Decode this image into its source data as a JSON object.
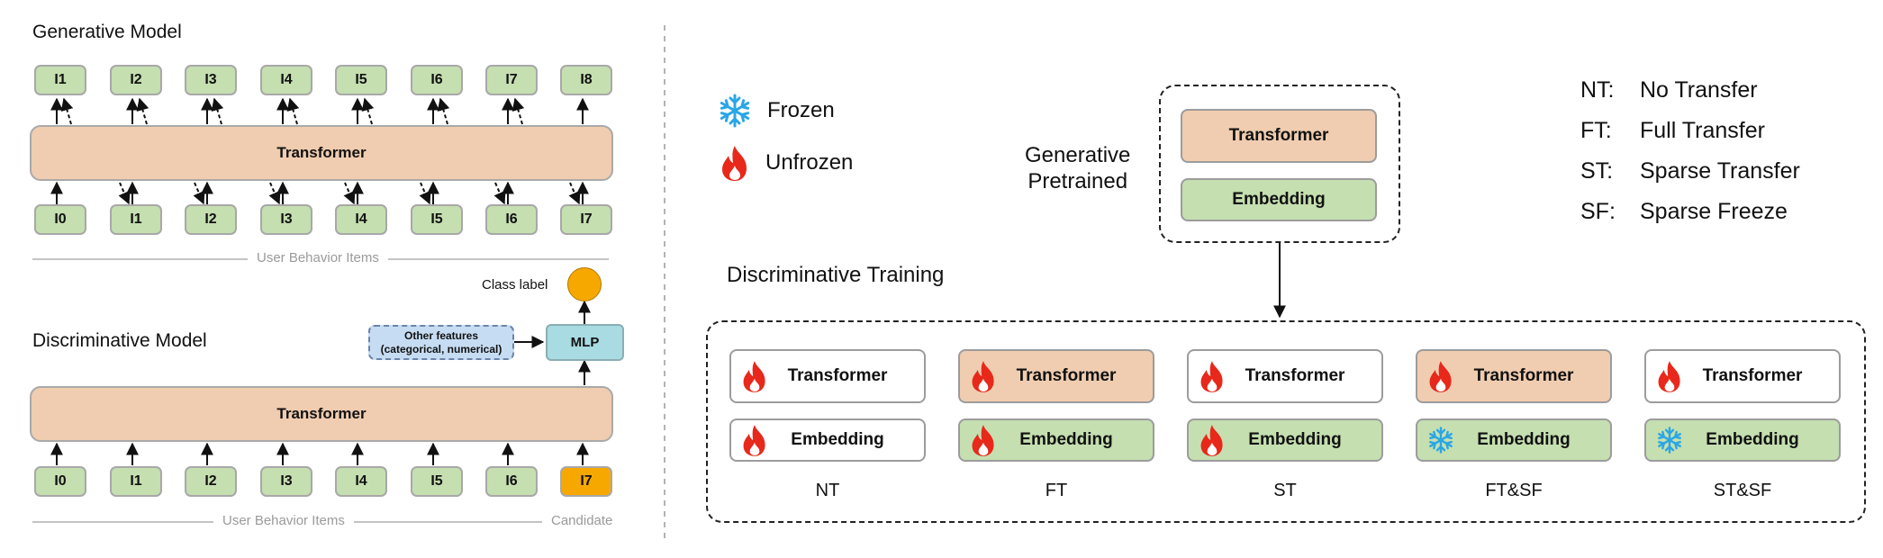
{
  "left": {
    "generative_title": "Generative Model",
    "discriminative_title": "Discriminative Model",
    "transformer_label": "Transformer",
    "gen_outputs": [
      "I1",
      "I2",
      "I3",
      "I4",
      "I5",
      "I6",
      "I7",
      "I8"
    ],
    "gen_inputs": [
      "I0",
      "I1",
      "I2",
      "I3",
      "I4",
      "I5",
      "I6",
      "I7"
    ],
    "gen_caption": "User Behavior Items",
    "class_label": "Class label",
    "other_features_line1": "Other features",
    "other_features_line2": "(categorical, numerical)",
    "mlp_label": "MLP",
    "disc_inputs": [
      "I0",
      "I1",
      "I2",
      "I3",
      "I4",
      "I5",
      "I6",
      "I7"
    ],
    "disc_caption_items": "User Behavior Items",
    "disc_caption_candidate": "Candidate",
    "colors": {
      "item": "#c5dfb0",
      "transformer": "#f0cdb0",
      "candidate": "#f7a800",
      "class_label": "#f7a800",
      "mlp": "#a8dbe2",
      "other_features": "#c6dcf2"
    }
  },
  "legend": {
    "frozen": "Frozen",
    "unfrozen": "Unfrozen",
    "frozen_icon": "snowflake-icon",
    "unfrozen_icon": "flame-icon",
    "colors": {
      "snowflake": "#29a6e6",
      "flame": "#e8281a"
    }
  },
  "pretrained": {
    "label_line1": "Generative",
    "label_line2": "Pretrained",
    "transformer": "Transformer",
    "embedding": "Embedding"
  },
  "abbreviations": [
    {
      "key": "NT:",
      "value": "No Transfer"
    },
    {
      "key": "FT:",
      "value": "Full Transfer"
    },
    {
      "key": "ST:",
      "value": "Sparse Transfer"
    },
    {
      "key": "SF:",
      "value": "Sparse Freeze"
    }
  ],
  "training": {
    "title": "Discriminative Training",
    "configs": [
      {
        "name": "NT",
        "transformer": "Transformer",
        "embedding": "Embedding",
        "transformer_state": "unfrozen",
        "embedding_state": "unfrozen",
        "transferred_transformer": false,
        "transferred_embedding": false
      },
      {
        "name": "FT",
        "transformer": "Transformer",
        "embedding": "Embedding",
        "transformer_state": "unfrozen",
        "embedding_state": "unfrozen",
        "transferred_transformer": true,
        "transferred_embedding": true
      },
      {
        "name": "ST",
        "transformer": "Transformer",
        "embedding": "Embedding",
        "transformer_state": "unfrozen",
        "embedding_state": "unfrozen",
        "transferred_transformer": false,
        "transferred_embedding": true
      },
      {
        "name": "FT&SF",
        "transformer": "Transformer",
        "embedding": "Embedding",
        "transformer_state": "unfrozen",
        "embedding_state": "frozen",
        "transferred_transformer": true,
        "transferred_embedding": true
      },
      {
        "name": "ST&SF",
        "transformer": "Transformer",
        "embedding": "Embedding",
        "transformer_state": "unfrozen",
        "embedding_state": "frozen",
        "transferred_transformer": false,
        "transferred_embedding": true
      }
    ]
  }
}
